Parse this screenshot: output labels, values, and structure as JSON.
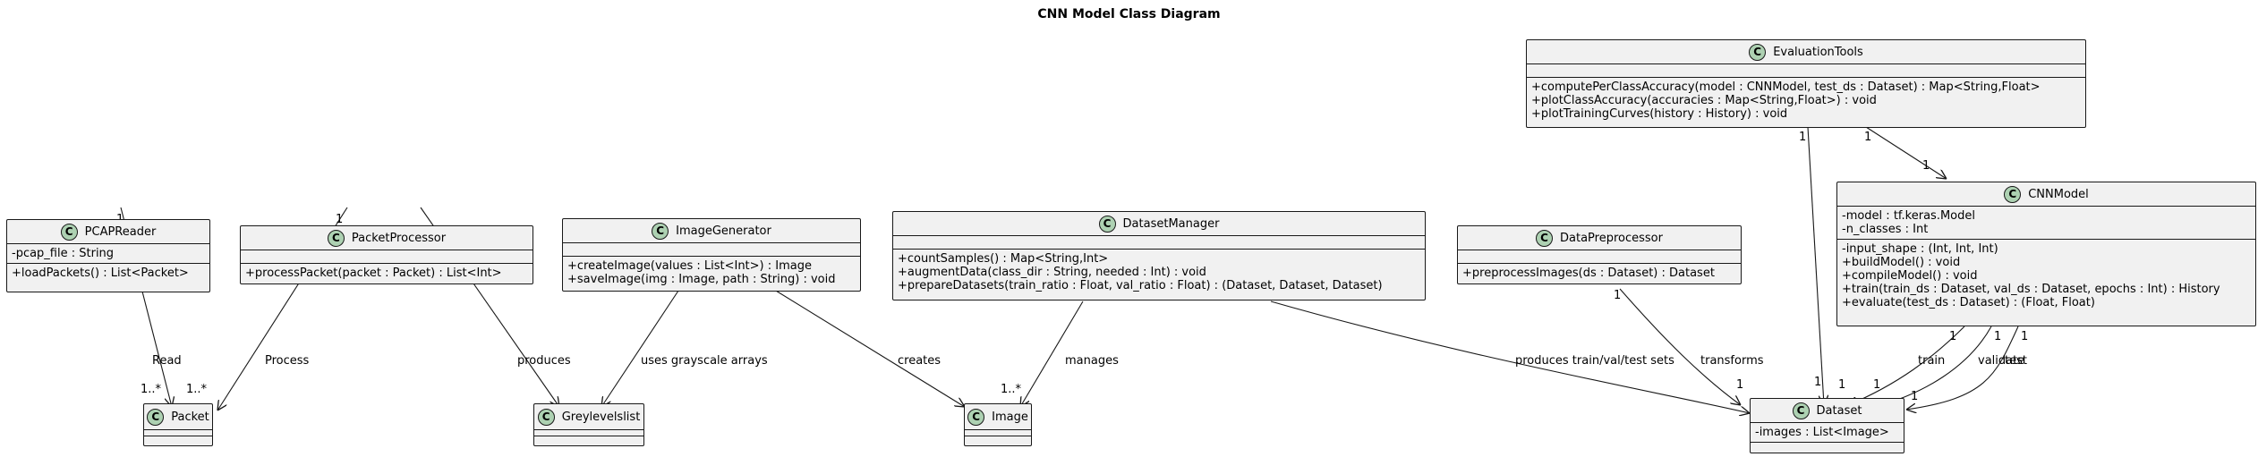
{
  "title": "CNN Model Class Diagram",
  "class_glyph": "C",
  "classes": {
    "pcapreader": {
      "name": "PCAPReader",
      "attributes": [
        "-pcap_file : String"
      ],
      "methods": [
        "+loadPackets() : List<Packet>"
      ]
    },
    "packetprocessor": {
      "name": "PacketProcessor",
      "attributes": [],
      "methods": [
        "+processPacket(packet : Packet) : List<Int>"
      ]
    },
    "imagegenerator": {
      "name": "ImageGenerator",
      "attributes": [],
      "methods": [
        "+createImage(values : List<Int>) : Image",
        "+saveImage(img : Image, path : String) : void"
      ]
    },
    "datasetmanager": {
      "name": "DatasetManager",
      "attributes": [],
      "methods": [
        "+countSamples() : Map<String,Int>",
        "+augmentData(class_dir : String, needed : Int) : void",
        "+prepareDatasets(train_ratio : Float, val_ratio : Float) : (Dataset, Dataset, Dataset)"
      ]
    },
    "datapreprocessor": {
      "name": "DataPreprocessor",
      "attributes": [],
      "methods": [
        "+preprocessImages(ds : Dataset) : Dataset"
      ]
    },
    "evaluationtools": {
      "name": "EvaluationTools",
      "attributes": [],
      "methods": [
        "+computePerClassAccuracy(model : CNNModel, test_ds : Dataset) : Map<String,Float>",
        "+plotClassAccuracy(accuracies : Map<String,Float>) : void",
        "+plotTrainingCurves(history : History) : void"
      ]
    },
    "cnnmodel": {
      "name": "CNNModel",
      "attributes": [
        "-model : tf.keras.Model",
        "-n_classes : Int"
      ],
      "methods": [
        "-input_shape : (Int, Int, Int)",
        "+buildModel() : void",
        "+compileModel() : void",
        "+train(train_ds : Dataset, val_ds : Dataset, epochs : Int) : History",
        "+evaluate(test_ds : Dataset) : (Float, Float)"
      ]
    },
    "packet": {
      "name": "Packet"
    },
    "greylevelslist": {
      "name": "Greylevelslist"
    },
    "image": {
      "name": "Image"
    },
    "dataset": {
      "name": "Dataset",
      "attributes": [
        "-images : List<Image>"
      ]
    }
  },
  "relations": [
    {
      "id": "pcap-packet",
      "label": "Read",
      "from_mult": "1",
      "to_mult": "1..*"
    },
    {
      "id": "proc-packet",
      "label": "Process",
      "from_mult": "1",
      "to_mult": "1..*"
    },
    {
      "id": "proc-grey",
      "label": "produces",
      "from_mult": "",
      "to_mult": ""
    },
    {
      "id": "imggen-grey",
      "label": "uses grayscale arrays",
      "from_mult": "",
      "to_mult": ""
    },
    {
      "id": "imggen-image",
      "label": "creates",
      "from_mult": "",
      "to_mult": ""
    },
    {
      "id": "dsm-image",
      "label": "manages",
      "from_mult": "",
      "to_mult": "1..*"
    },
    {
      "id": "dsm-dataset",
      "label": "produces train/val/test sets",
      "from_mult": "",
      "to_mult": ""
    },
    {
      "id": "pre-dataset",
      "label": "transforms",
      "from_mult": "1",
      "to_mult": "1"
    },
    {
      "id": "eval-dataset",
      "label": "",
      "from_mult": "1",
      "to_mult": "1"
    },
    {
      "id": "eval-cnn",
      "label": "",
      "from_mult": "1",
      "to_mult": "1"
    },
    {
      "id": "cnn-train",
      "label": "train",
      "from_mult": "1",
      "to_mult": "1"
    },
    {
      "id": "cnn-validate",
      "label": "validate",
      "from_mult": "1",
      "to_mult": "1"
    },
    {
      "id": "cnn-test",
      "label": "test",
      "from_mult": "1",
      "to_mult": "1"
    }
  ]
}
